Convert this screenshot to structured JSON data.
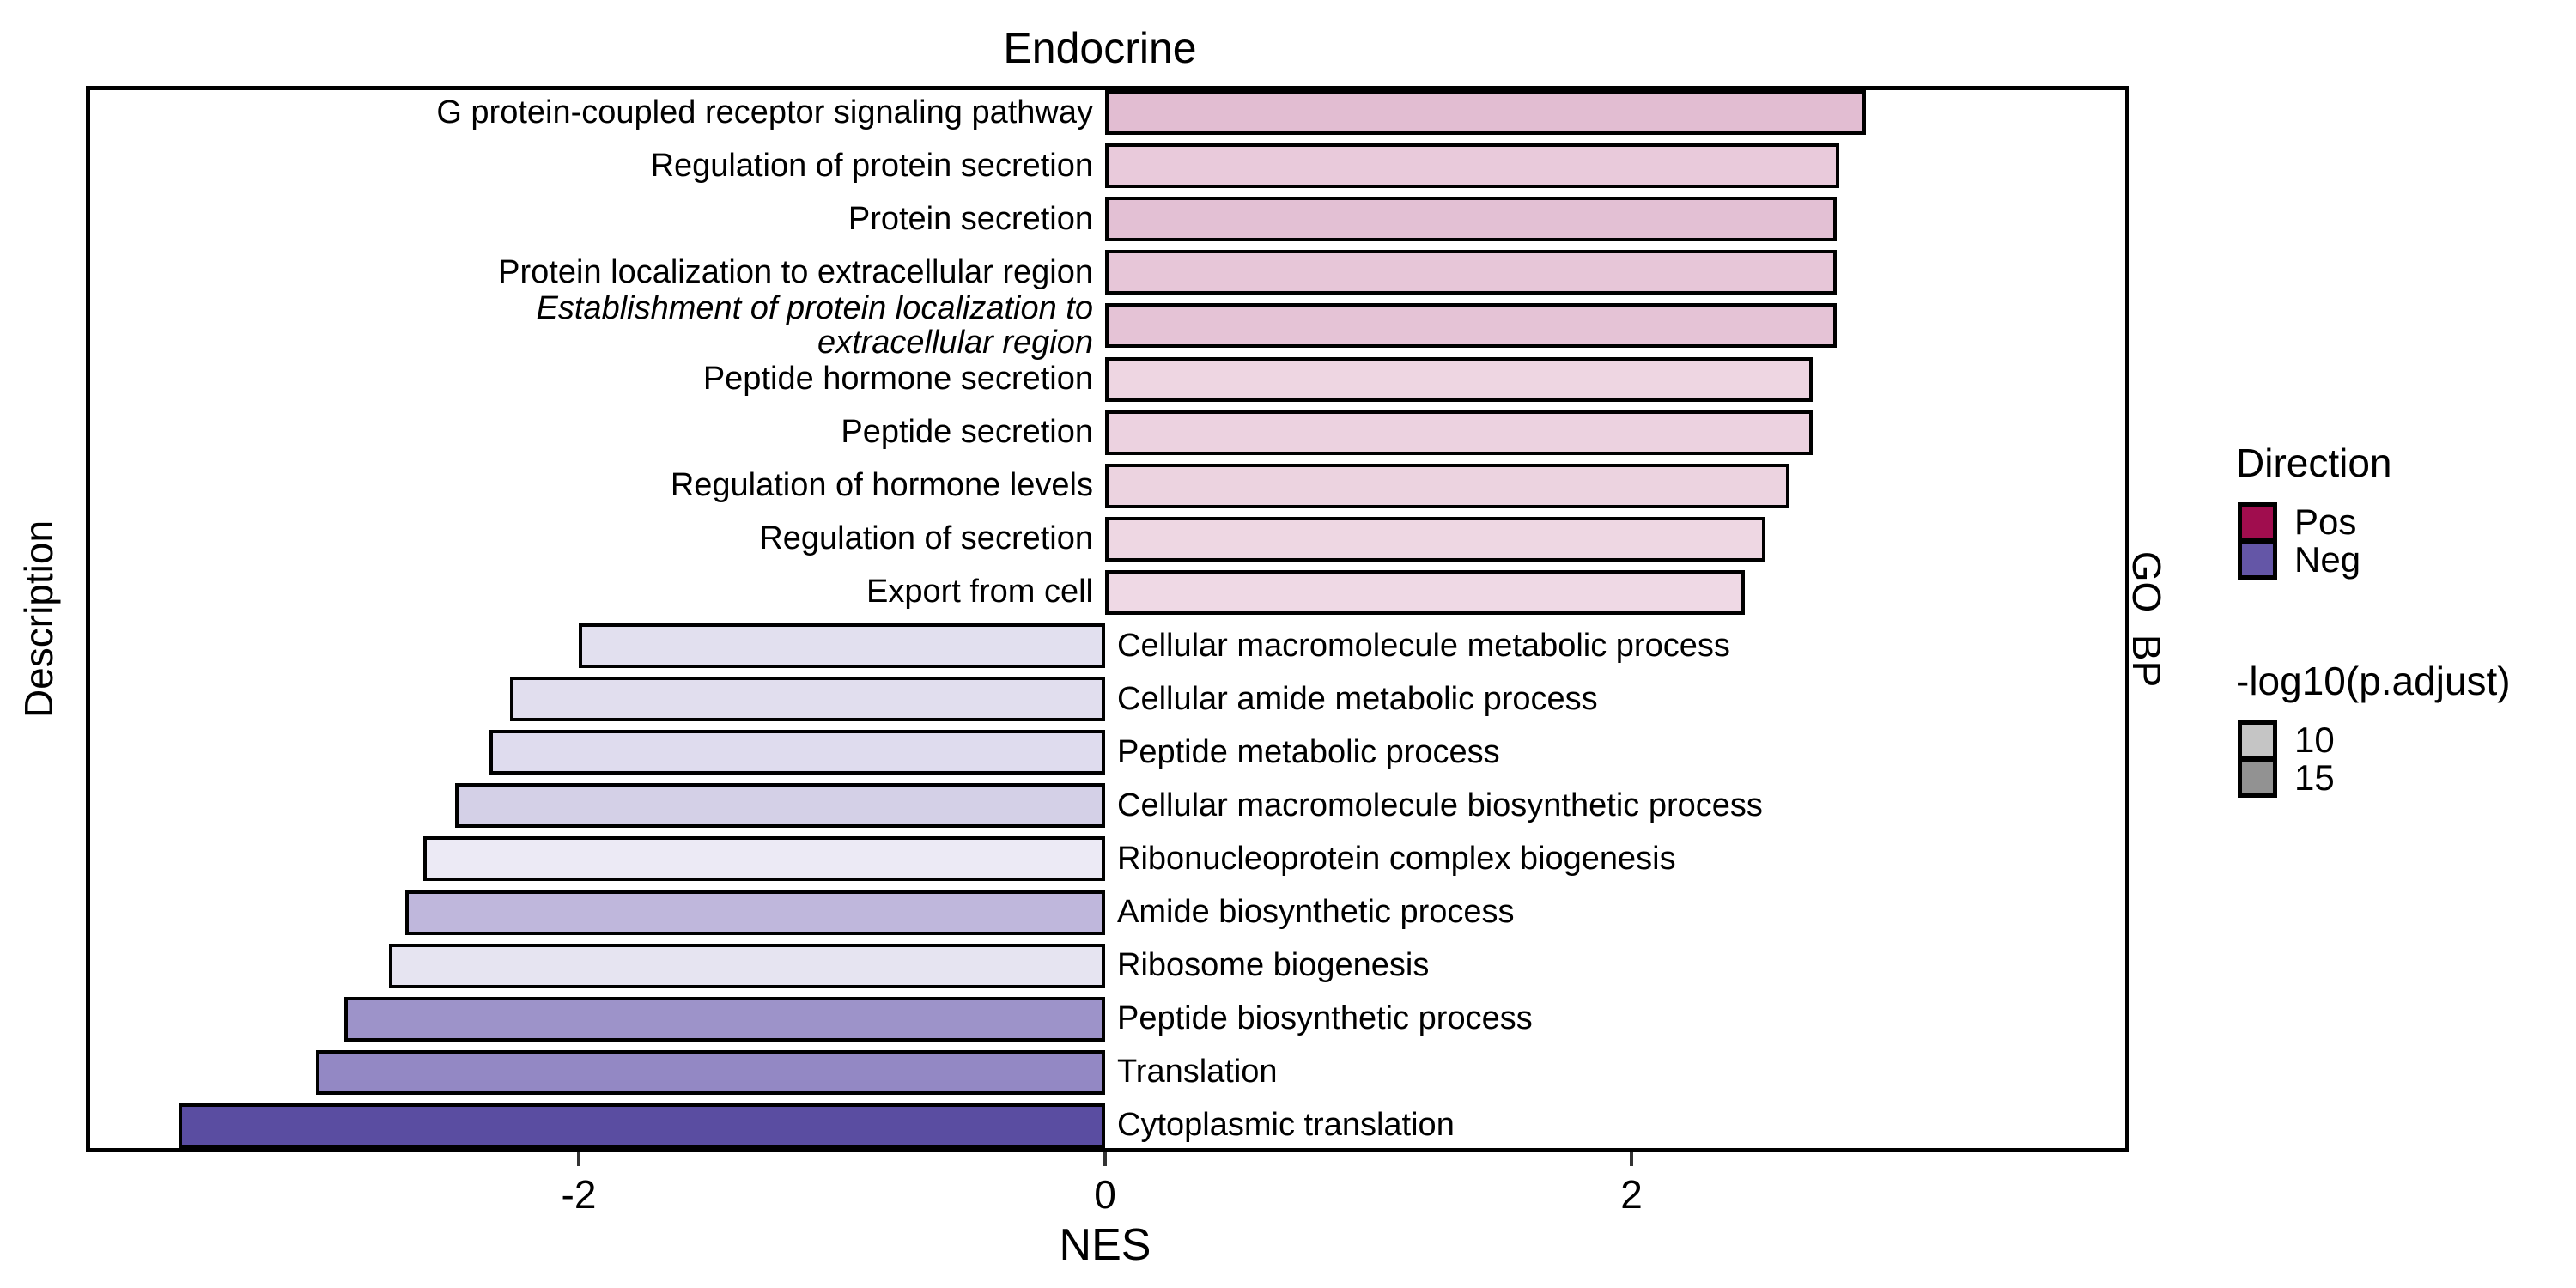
{
  "legend": {
    "direction": {
      "title": "Direction",
      "items": [
        {
          "label": "Pos",
          "color": "#A00D4E"
        },
        {
          "label": "Neg",
          "color": "#6456A7"
        }
      ]
    },
    "significance": {
      "title": "-log10(p.adjust)",
      "items": [
        {
          "label": "10",
          "color": "#C5C5C5"
        },
        {
          "label": "15",
          "color": "#929292"
        }
      ]
    }
  },
  "chart_data": {
    "type": "bar",
    "orientation": "horizontal",
    "title": "Endocrine",
    "xlabel": "NES",
    "ylabel": "Description",
    "facet": "GO_BP",
    "xlim": [
      -3.87,
      3.89
    ],
    "x_ticks": [
      -2,
      0,
      2
    ],
    "grid": false,
    "legend_position": "right",
    "bars": [
      {
        "label": "G protein-coupled receptor signaling pathway",
        "nes": 2.89,
        "direction": "Pos",
        "fill": "#E2BDD2"
      },
      {
        "label": "Regulation of protein secretion",
        "nes": 2.79,
        "direction": "Pos",
        "fill": "#E9CADB"
      },
      {
        "label": "Protein secretion",
        "nes": 2.78,
        "direction": "Pos",
        "fill": "#E3C0D4"
      },
      {
        "label": "Protein localization to extracellular region",
        "nes": 2.78,
        "direction": "Pos",
        "fill": "#E7C6D8"
      },
      {
        "label": "Establishment of protein localization to extracellular region",
        "lines": [
          "Establishment of protein localization to",
          "extracellular region"
        ],
        "italic": true,
        "nes": 2.78,
        "direction": "Pos",
        "fill": "#E5C3D6"
      },
      {
        "label": "Peptide hormone secretion",
        "nes": 2.69,
        "direction": "Pos",
        "fill": "#EED6E2"
      },
      {
        "label": "Peptide secretion",
        "nes": 2.69,
        "direction": "Pos",
        "fill": "#ECD2E0"
      },
      {
        "label": "Regulation of hormone levels",
        "nes": 2.6,
        "direction": "Pos",
        "fill": "#ECD3E0"
      },
      {
        "label": "Regulation of secretion",
        "nes": 2.51,
        "direction": "Pos",
        "fill": "#EED7E3"
      },
      {
        "label": "Export from cell",
        "nes": 2.43,
        "direction": "Pos",
        "fill": "#EFD9E5"
      },
      {
        "label": "Cellular macromolecule metabolic process",
        "nes": -2.0,
        "direction": "Neg",
        "fill": "#E2E0EF"
      },
      {
        "label": "Cellular amide metabolic process",
        "nes": -2.26,
        "direction": "Neg",
        "fill": "#E1DEEE"
      },
      {
        "label": "Peptide metabolic process",
        "nes": -2.34,
        "direction": "Neg",
        "fill": "#DFDCEE"
      },
      {
        "label": "Cellular macromolecule biosynthetic process",
        "nes": -2.47,
        "direction": "Neg",
        "fill": "#D4D0E7"
      },
      {
        "label": "Ribonucleoprotein complex biogenesis",
        "nes": -2.59,
        "direction": "Neg",
        "fill": "#ECEAF5"
      },
      {
        "label": "Amide biosynthetic process",
        "nes": -2.66,
        "direction": "Neg",
        "fill": "#BFB7DC"
      },
      {
        "label": "Ribosome biogenesis",
        "nes": -2.72,
        "direction": "Neg",
        "fill": "#E6E4F1"
      },
      {
        "label": "Peptide biosynthetic process",
        "nes": -2.89,
        "direction": "Neg",
        "fill": "#9D93C9"
      },
      {
        "label": "Translation",
        "nes": -3.0,
        "direction": "Neg",
        "fill": "#9388C4"
      },
      {
        "label": "Cytoplasmic translation",
        "nes": -3.52,
        "direction": "Neg",
        "fill": "#5A4DA1"
      }
    ]
  }
}
